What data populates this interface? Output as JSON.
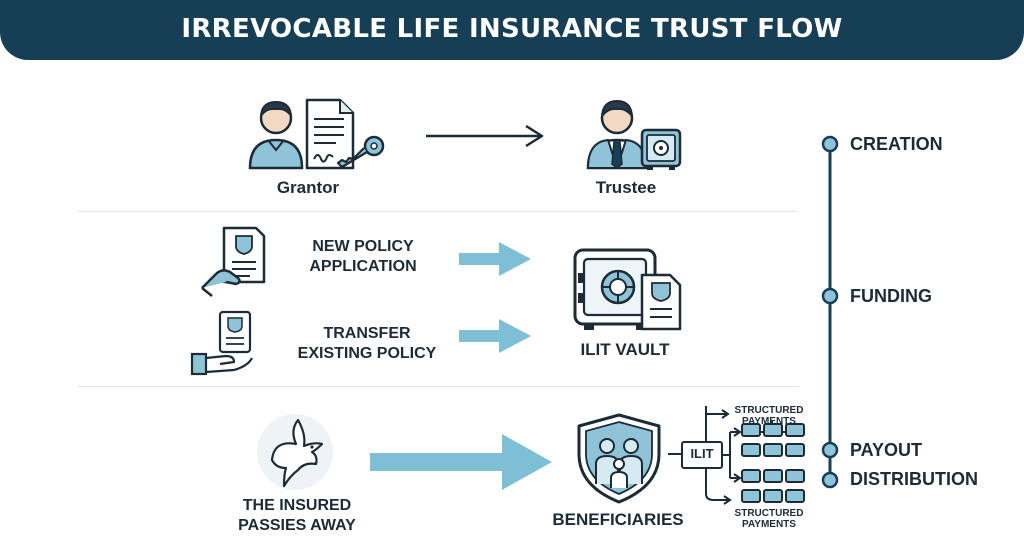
{
  "title": "IRREVOCABLE LIFE INSURANCE TRUST FLOW",
  "creation": {
    "grantor": "Grantor",
    "trustee": "Trustee"
  },
  "funding": {
    "new_policy": [
      "NEW POLICY",
      "APPLICATION"
    ],
    "transfer_policy": [
      "TRANSFER",
      "EXISTING POLICY"
    ],
    "vault": "ILIT VAULT"
  },
  "payout": {
    "insured": [
      "THE INSURED",
      "PASSIES AWAY"
    ],
    "beneficiaries": "BENEFICIARIES",
    "ilit_box": "ILIT",
    "structured_top": [
      "STRUCTURED",
      "PAYMENTS"
    ],
    "structured_bottom": [
      "STRUCTURED",
      "PAYMENTS"
    ]
  },
  "timeline": {
    "stages": [
      "CREATION",
      "FUNDING",
      "PAYOUT",
      "DISTRIBUTION"
    ]
  },
  "colors": {
    "banner": "#163f55",
    "accent": "#7fbfd6",
    "icon_fill": "#8fc3d8",
    "ink": "#1d2b36"
  },
  "icons": [
    "person-icon",
    "document-icon",
    "key-icon",
    "trustee-icon",
    "safe-icon",
    "hand-document-icon",
    "hand-scroll-icon",
    "vault-icon",
    "dove-icon",
    "shield-family-icon",
    "payment-blocks-icon"
  ]
}
